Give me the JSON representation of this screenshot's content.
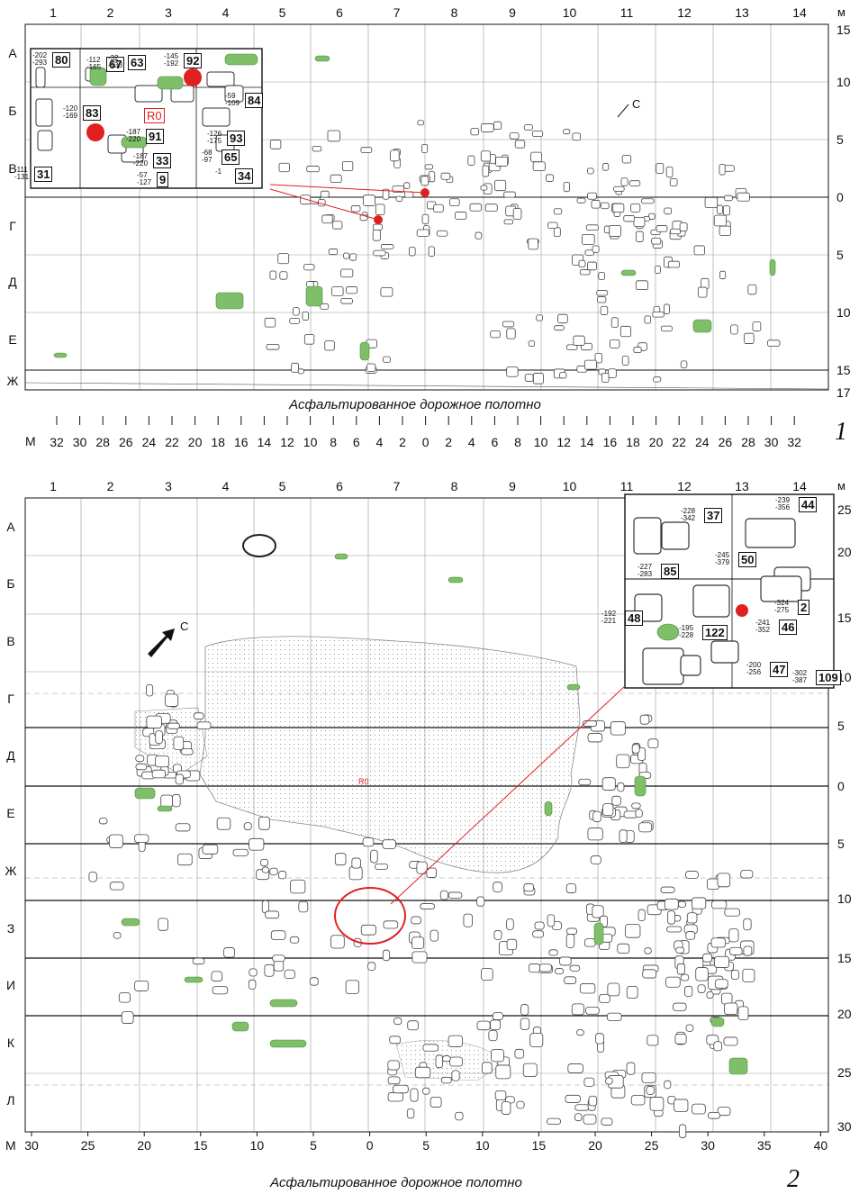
{
  "figure1": {
    "columns": [
      "1",
      "2",
      "3",
      "4",
      "5",
      "6",
      "7",
      "8",
      "9",
      "10",
      "11",
      "12",
      "13",
      "14"
    ],
    "rows": [
      "А",
      "Б",
      "В",
      "Г",
      "Д",
      "Е",
      "Ж"
    ],
    "unit": "м",
    "meters": [
      "15",
      "10",
      "5",
      "0",
      "5",
      "10",
      "15",
      "17"
    ],
    "road_label": "Асфальтированное дорожное полотно",
    "scale_unit": "М",
    "scale": [
      "32",
      "30",
      "28",
      "26",
      "24",
      "22",
      "20",
      "18",
      "16",
      "14",
      "12",
      "10",
      "8",
      "6",
      "4",
      "2",
      "0",
      "2",
      "4",
      "6",
      "8",
      "10",
      "12",
      "14",
      "16",
      "18",
      "20",
      "22",
      "24",
      "26",
      "28",
      "30",
      "32"
    ],
    "number": "1",
    "north": "С",
    "r0": "R0",
    "inset_labels": [
      {
        "num": "80",
        "lv": "-202\n-293"
      },
      {
        "num": "67",
        "lv": "-112\n-165"
      },
      {
        "num": "63",
        "lv": "-32\n-133"
      },
      {
        "num": "92",
        "lv": "-145\n-192"
      },
      {
        "num": "84",
        "lv": "-59\n-109"
      },
      {
        "num": "83",
        "lv": "-120\n-169"
      },
      {
        "num": "91",
        "lv": "-187\n-220"
      },
      {
        "num": "93",
        "lv": "-126\n-175"
      },
      {
        "num": "33",
        "lv": "-187\n-220"
      },
      {
        "num": "65",
        "lv": "-68\n-97"
      },
      {
        "num": "31",
        "lv": "-111\n-131"
      },
      {
        "num": "9",
        "lv": "-57\n-127"
      },
      {
        "num": "34",
        "lv": "-1"
      }
    ]
  },
  "figure2": {
    "columns": [
      "1",
      "2",
      "3",
      "4",
      "5",
      "6",
      "7",
      "8",
      "9",
      "10",
      "11",
      "12",
      "13",
      "14"
    ],
    "rows": [
      "А",
      "Б",
      "В",
      "Г",
      "Д",
      "Е",
      "Ж",
      "З",
      "И",
      "К",
      "Л"
    ],
    "unit": "м",
    "meters": [
      "25",
      "20",
      "15",
      "10",
      "5",
      "0",
      "5",
      "10",
      "15",
      "20",
      "25",
      "30"
    ],
    "road_label": "Асфальтированное дорожное полотно",
    "scale_unit": "М",
    "scale": [
      "30",
      "25",
      "20",
      "15",
      "10",
      "5",
      "0",
      "5",
      "10",
      "15",
      "20",
      "25",
      "30",
      "35",
      "40"
    ],
    "number": "2",
    "north": "С",
    "r0": "R0",
    "inset_labels": [
      {
        "num": "37",
        "lv": "-228\n-342"
      },
      {
        "num": "44",
        "lv": "-239\n-356"
      },
      {
        "num": "85",
        "lv": "-227\n-283"
      },
      {
        "num": "50",
        "lv": "-245\n-379"
      },
      {
        "num": "2",
        "lv": "-324\n-275"
      },
      {
        "num": "48",
        "lv": "-192\n-221"
      },
      {
        "num": "122",
        "lv": "-195\n-228"
      },
      {
        "num": "46",
        "lv": "-241\n-352"
      },
      {
        "num": "47",
        "lv": "-200\n-256"
      },
      {
        "num": "109",
        "lv": "-302\n-387"
      }
    ]
  },
  "colors": {
    "green": "#7fbf6a",
    "red": "#e02020",
    "line": "#111111",
    "stone": "#444444"
  }
}
